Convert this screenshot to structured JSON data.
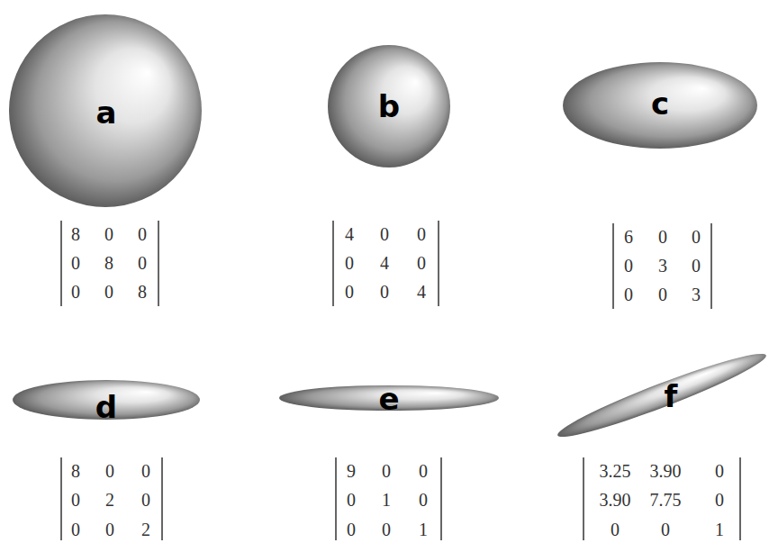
{
  "diagram": {
    "nodes": [
      {
        "text": [
          "a"
        ]
      },
      {
        "text": [
          "b"
        ]
      },
      {
        "text": [
          "c"
        ]
      },
      {
        "text": [
          "d"
        ]
      },
      {
        "text": [
          "e"
        ]
      },
      {
        "text": [
          "f"
        ]
      }
    ],
    "labels": [
      "8",
      "0",
      "0",
      "0",
      "8",
      "0",
      "0",
      "0",
      "8",
      "4",
      "0",
      "0",
      "0",
      "4",
      "0",
      "0",
      "0",
      "4",
      "6",
      "0",
      "0",
      "0",
      "3",
      "0",
      "0",
      "0",
      "3",
      "8",
      "0",
      "0",
      "0",
      "2",
      "0",
      "0",
      "0",
      "2",
      "9",
      "0",
      "0",
      "0",
      "1",
      "0",
      "0",
      "0",
      "1",
      "3.25",
      "3.90",
      "0",
      "3.90",
      "7.75",
      "0",
      "0",
      "0",
      "1"
    ]
  }
}
